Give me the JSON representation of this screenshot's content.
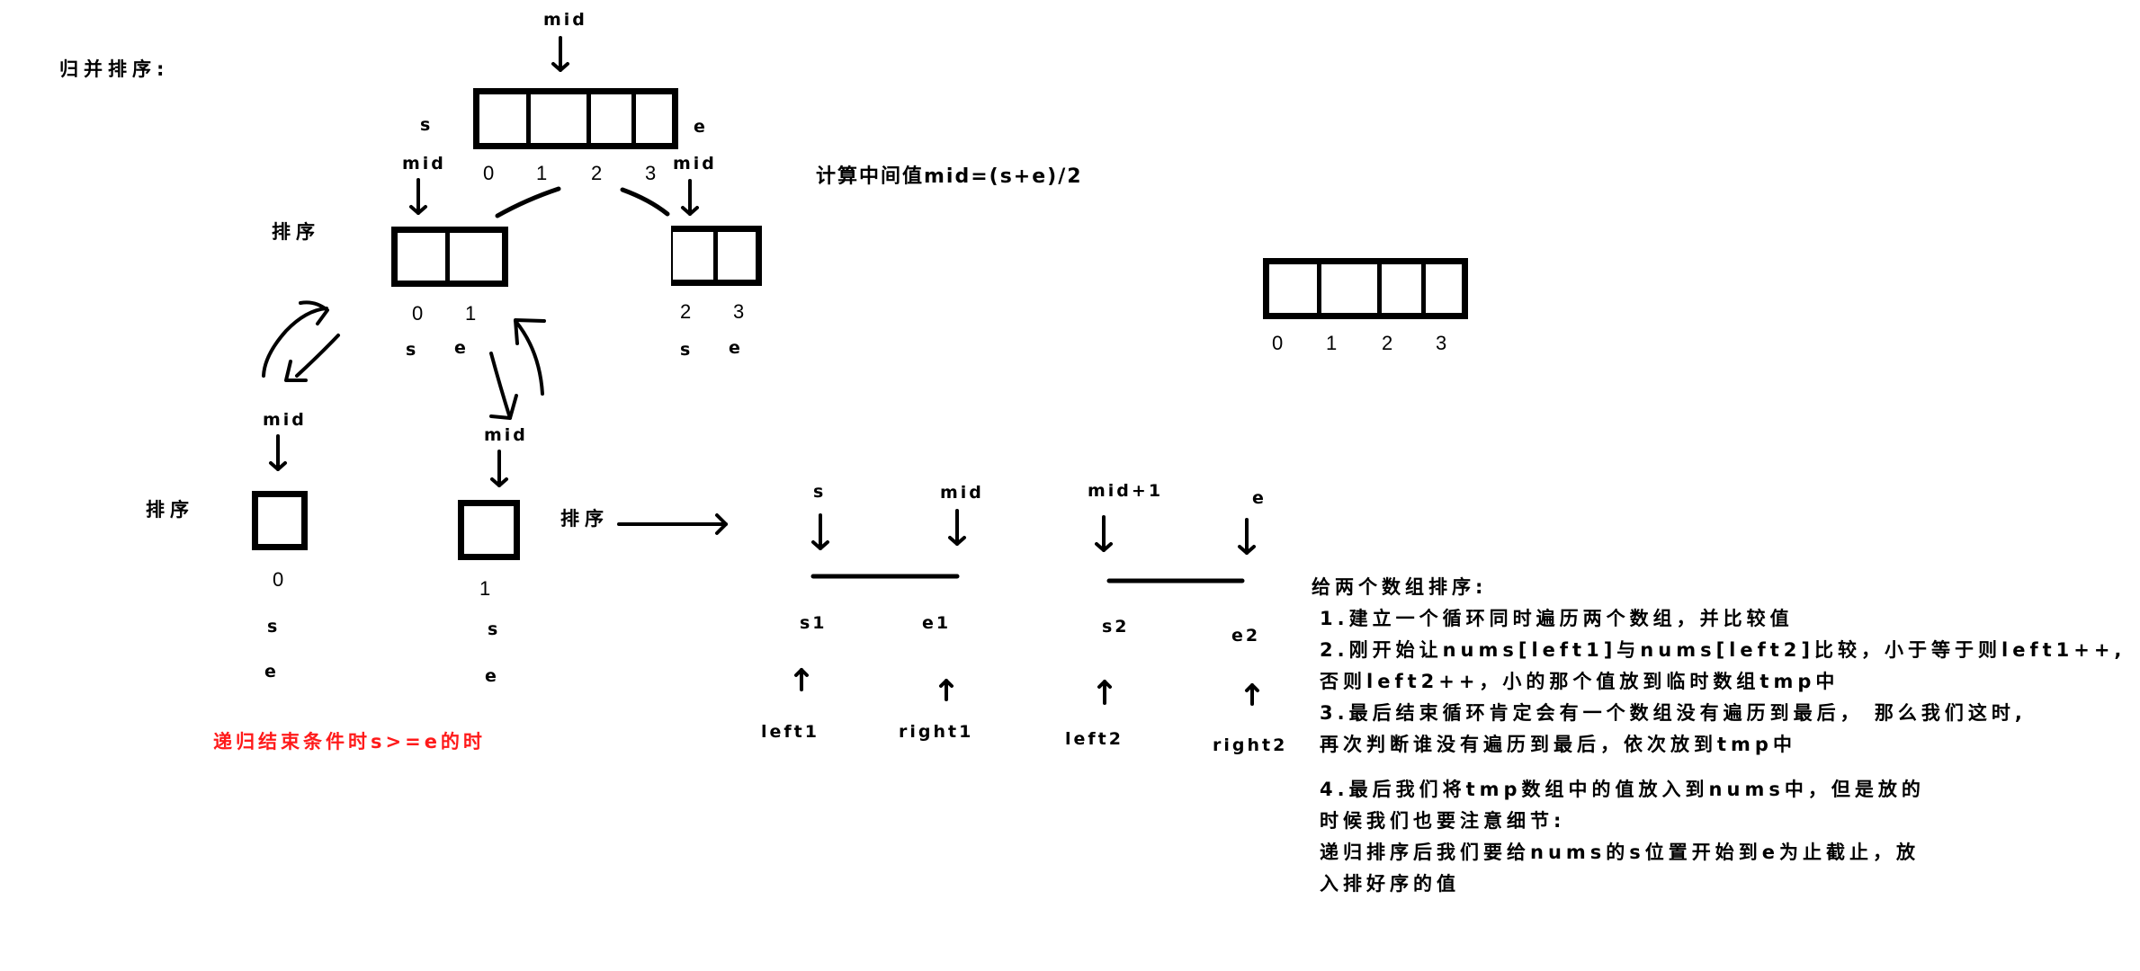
{
  "title": "归并排序:",
  "formula": "计算中间值mid=(s+e)/2",
  "recursion_end_note": "递归结束条件时s>=e的时",
  "colors": {
    "ink": "#000000",
    "note_red": "#ff1a1a",
    "background": "#ffffff"
  },
  "level1": {
    "mid_label": "mid",
    "s_label": "s",
    "e_label": "e",
    "indices": [
      "0",
      "1",
      "2",
      "3"
    ]
  },
  "level2": {
    "sort_label": "排序",
    "left": {
      "mid_label": "mid",
      "indices": [
        "0",
        "1"
      ],
      "s_label": "s",
      "e_label": "e"
    },
    "right": {
      "mid_label": "mid",
      "indices": [
        "2",
        "3"
      ],
      "s_label": "s",
      "e_label": "e"
    }
  },
  "level3": {
    "sort_label": "排序",
    "left": {
      "mid_label": "mid",
      "index": "0",
      "s_label": "s",
      "e_label": "e"
    },
    "right": {
      "mid_label": "mid",
      "index": "1",
      "s_label": "s",
      "e_label": "e"
    }
  },
  "merge": {
    "sort_label": "排序",
    "segment1": {
      "start_label": "s",
      "end_label": "mid",
      "s_label": "s1",
      "e_label": "e1",
      "left_ptr": "left1",
      "right_ptr": "right1"
    },
    "segment2": {
      "start_label": "mid+1",
      "end_label": "e",
      "s_label": "s2",
      "e_label": "e2",
      "left_ptr": "left2",
      "right_ptr": "right2"
    }
  },
  "standalone_array": {
    "indices": [
      "0",
      "1",
      "2",
      "3"
    ]
  },
  "explanation": {
    "title": "给两个数组排序:",
    "lines": [
      "1.建立一个循环同时遍历两个数组，并比较值",
      "2.刚开始让nums[left1]与nums[left2]比较，小于等于则left1++,",
      "否则left2++，小的那个值放到临时数组tmp中",
      "3.最后结束循环肯定会有一个数组没有遍历到最后， 那么我们这时,",
      "再次判断谁没有遍历到最后，依次放到tmp中"
    ],
    "lines_after_gap": [
      "4.最后我们将tmp数组中的值放入到nums中，但是放的",
      "时候我们也要注意细节:",
      "递归排序后我们要给nums的s位置开始到e为止截止，放",
      "入排好序的值"
    ]
  }
}
